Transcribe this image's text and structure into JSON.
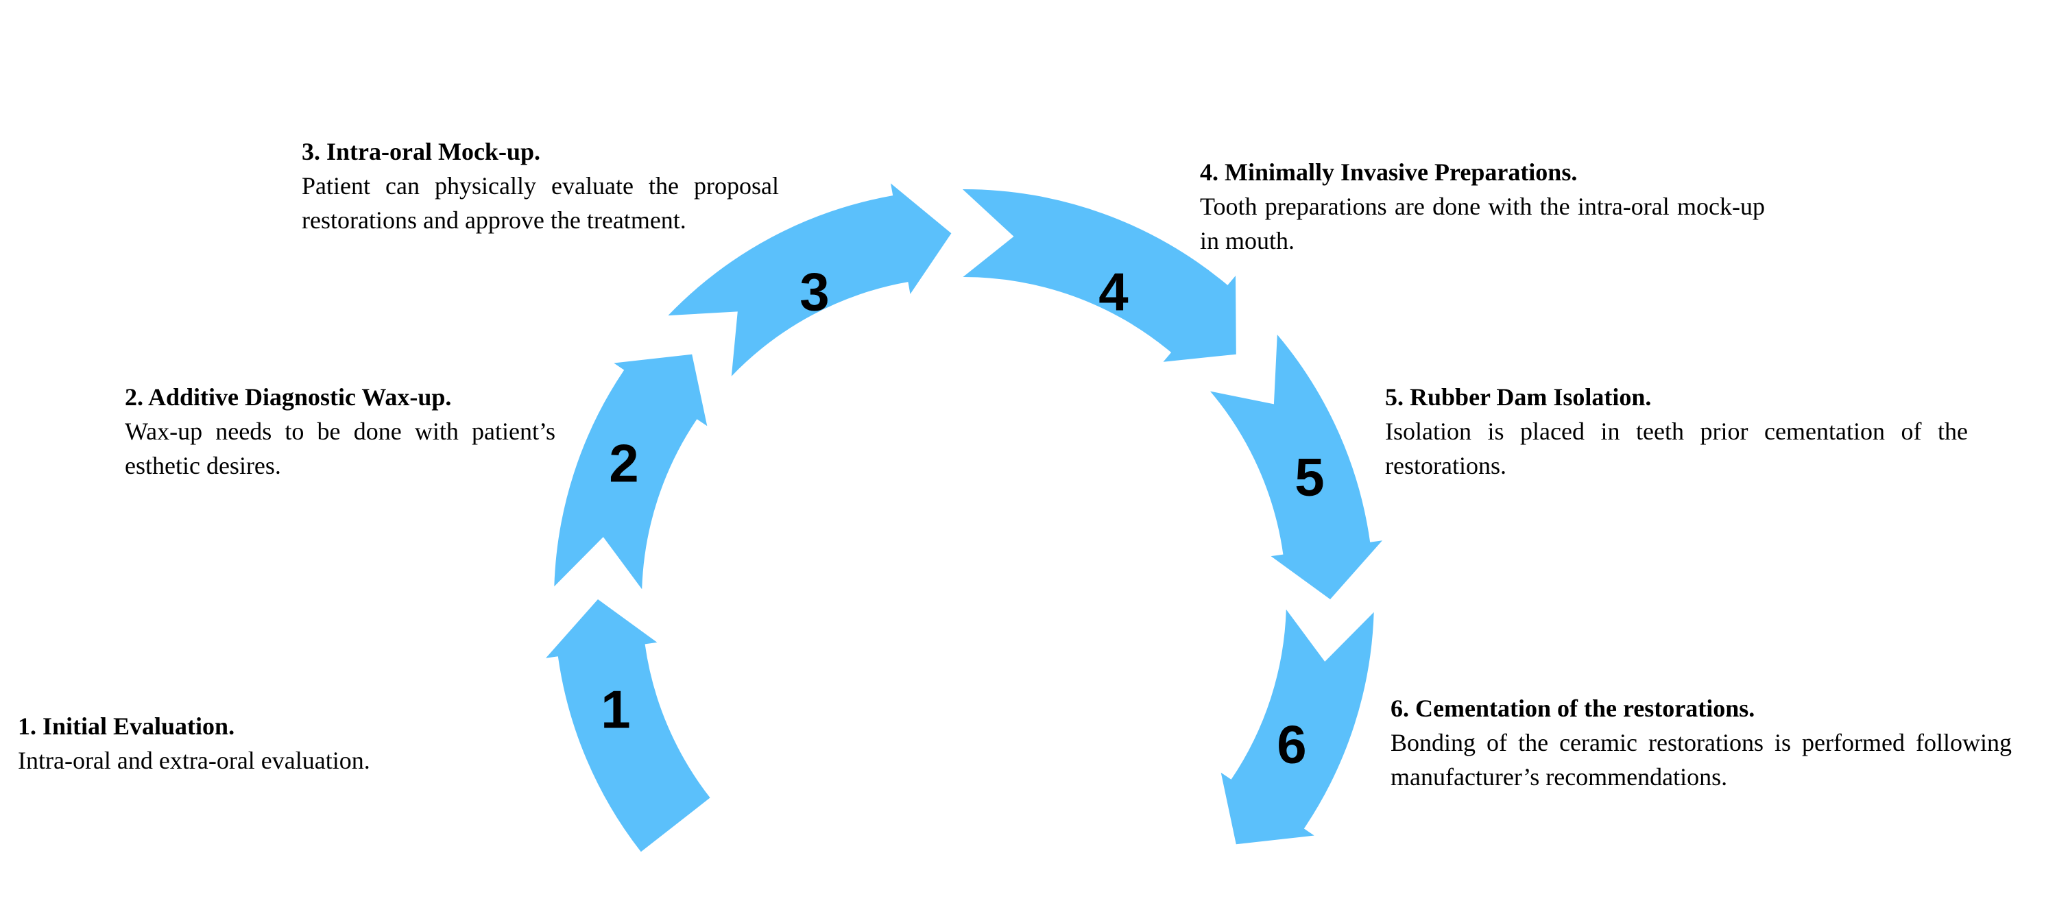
{
  "colors": {
    "arrow": "#5bc0fb",
    "text": "#000000",
    "background": "#ffffff"
  },
  "steps": [
    {
      "number": "1",
      "title": "1. Initial Evaluation.",
      "description": "Intra-oral and extra-oral evaluation."
    },
    {
      "number": "2",
      "title": "2. Additive Diagnostic Wax-up.",
      "description": "Wax-up needs to be done with patient’s esthetic desires."
    },
    {
      "number": "3",
      "title": "3. Intra-oral Mock-up.",
      "description": "Patient can physically evaluate the proposal restorations and approve the treatment."
    },
    {
      "number": "4",
      "title": "4. Minimally Invasive Preparations.",
      "description": "Tooth preparations are done with the intra-oral mock-up in mouth."
    },
    {
      "number": "5",
      "title": "5. Rubber Dam Isolation.",
      "description": "Isolation is placed in teeth prior cementation of the restorations."
    },
    {
      "number": "6",
      "title": "6. Cementation of the restorations.",
      "description": "Bonding of the ceramic restorations is performed following manufacturer’s recommendations."
    }
  ]
}
